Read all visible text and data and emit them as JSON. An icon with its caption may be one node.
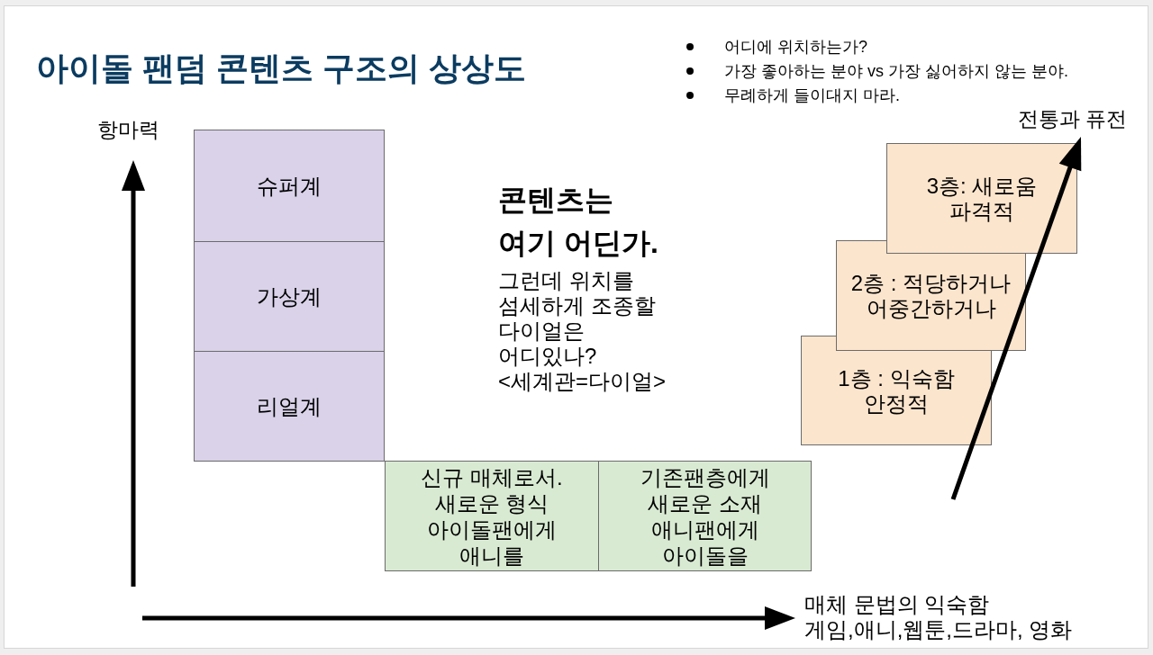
{
  "diagram": {
    "title": "아이돌 팬덤 콘텐츠 구조의 상상도",
    "nodes": [
      {
        "text": [
          "슈퍼계"
        ]
      },
      {
        "text": [
          "가상계"
        ]
      },
      {
        "text": [
          "리얼계"
        ]
      },
      {
        "text": [
          "신규 매체로서. 새로운 형식 아이돌팬에게 애니를"
        ]
      },
      {
        "text": [
          "기존팬층에게 새로운 소재 애니팬에게 아이돌을"
        ]
      },
      {
        "text": [
          "1층 : 익숙함",
          "안정적"
        ]
      },
      {
        "text": [
          "2층 : 적당하거나",
          "어중간하거나"
        ]
      },
      {
        "text": [
          "3층: 새로움",
          "파격적"
        ]
      }
    ],
    "labels": [
      "어디에 위치하는가?",
      "가장 좋아하는 분야 vs 가장 싫어하지 않는 분야.",
      "무례하게 들이대지 마라.",
      "항마력",
      "콘텐츠는 여기 어딘가.",
      "그런데 위치를 섬세하게 조종할 다이얼은 어디있나? <세계관=다이얼>",
      "전통과 퓨전",
      "매체 문법의 익숙함",
      "게임,애니,웹툰,드라마, 영화"
    ]
  }
}
